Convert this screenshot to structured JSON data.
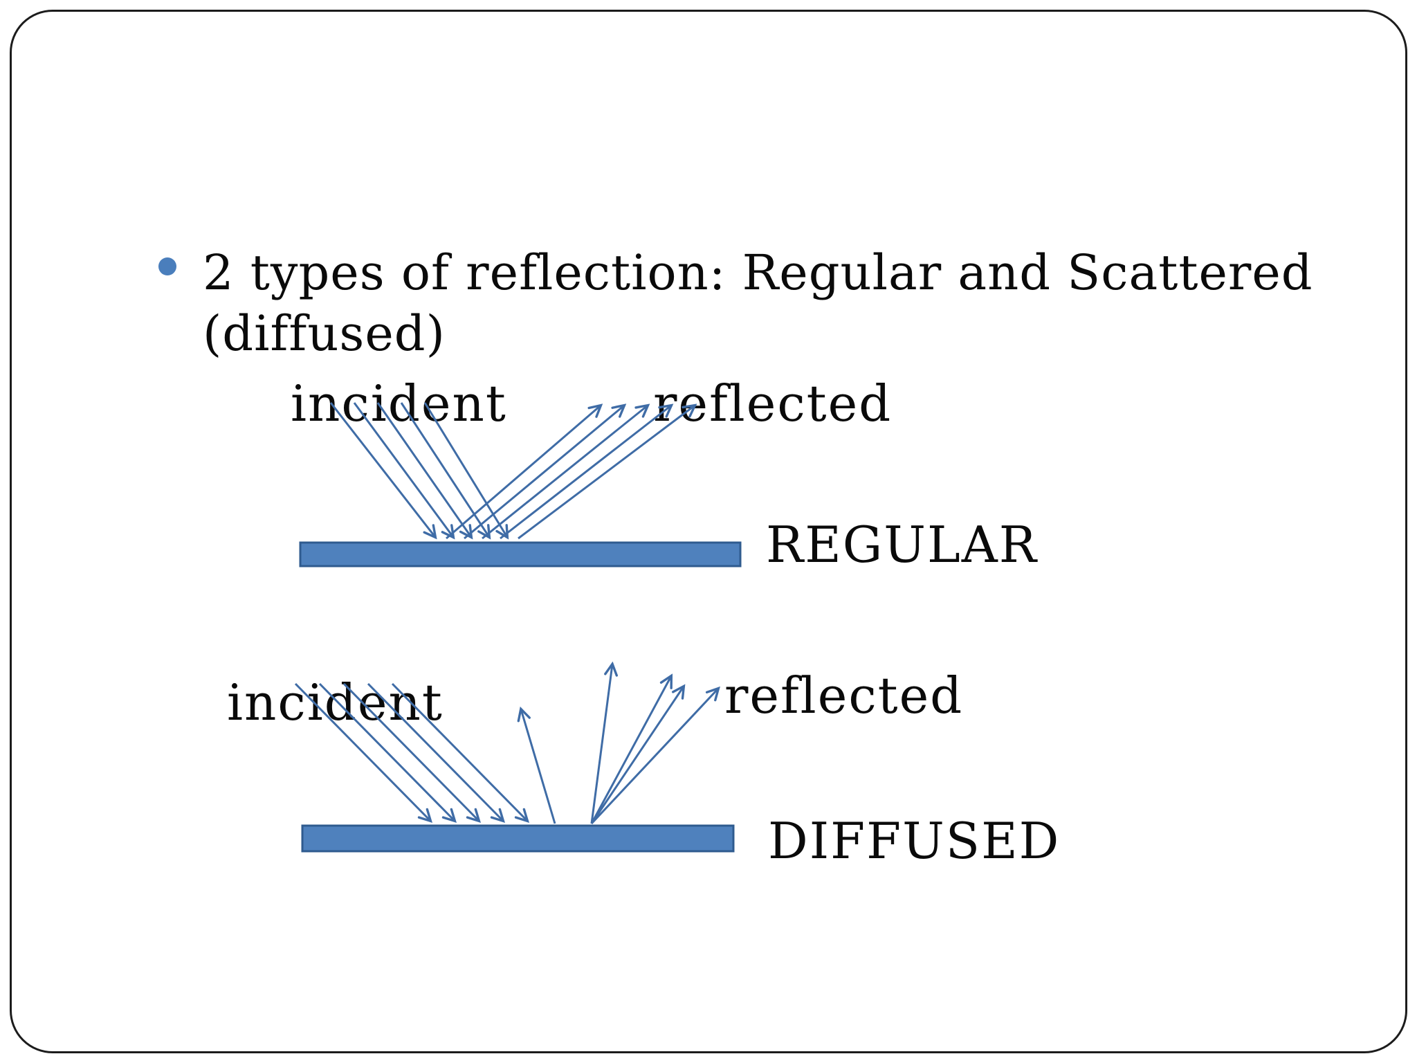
{
  "slide": {
    "background": "#ffffff",
    "border_color": "#1c1c1c",
    "text_color": "#0a0a0a",
    "bullet_dot_color": "#4a7ebc",
    "ray_color": "#3f6ca6",
    "bar_fill": "#4f81bd",
    "bar_stroke": "#2f5b8f"
  },
  "bullet": {
    "line1": "2 types of reflection: Regular and Scattered",
    "line2": "(diffused)"
  },
  "diagram_regular": {
    "incident_label": "incident",
    "reflected_label": "reflected",
    "type_label": "REGULAR",
    "incident_rays": [
      [
        478,
        582,
        629,
        776
      ],
      [
        512,
        582,
        655,
        776
      ],
      [
        546,
        582,
        681,
        776
      ],
      [
        580,
        582,
        707,
        776
      ],
      [
        614,
        582,
        733,
        776
      ]
    ],
    "reflected_rays": [
      [
        645,
        778,
        868,
        586
      ],
      [
        671,
        778,
        902,
        586
      ],
      [
        697,
        778,
        936,
        586
      ],
      [
        723,
        778,
        970,
        586
      ],
      [
        749,
        778,
        1004,
        586
      ]
    ]
  },
  "diagram_diffused": {
    "incident_label": "incident",
    "reflected_label": "reflected",
    "type_label": "DIFFUSED",
    "incident_rays": [
      [
        427,
        988,
        622,
        1186
      ],
      [
        462,
        988,
        657,
        1186
      ],
      [
        497,
        988,
        692,
        1186
      ],
      [
        532,
        988,
        727,
        1186
      ],
      [
        567,
        988,
        762,
        1186
      ]
    ],
    "reflected_rays": [
      [
        802,
        1190,
        753,
        1025
      ],
      [
        855,
        1190,
        885,
        960
      ],
      [
        855,
        1190,
        970,
        977
      ],
      [
        855,
        1190,
        988,
        992
      ],
      [
        855,
        1190,
        1038,
        995
      ]
    ]
  }
}
